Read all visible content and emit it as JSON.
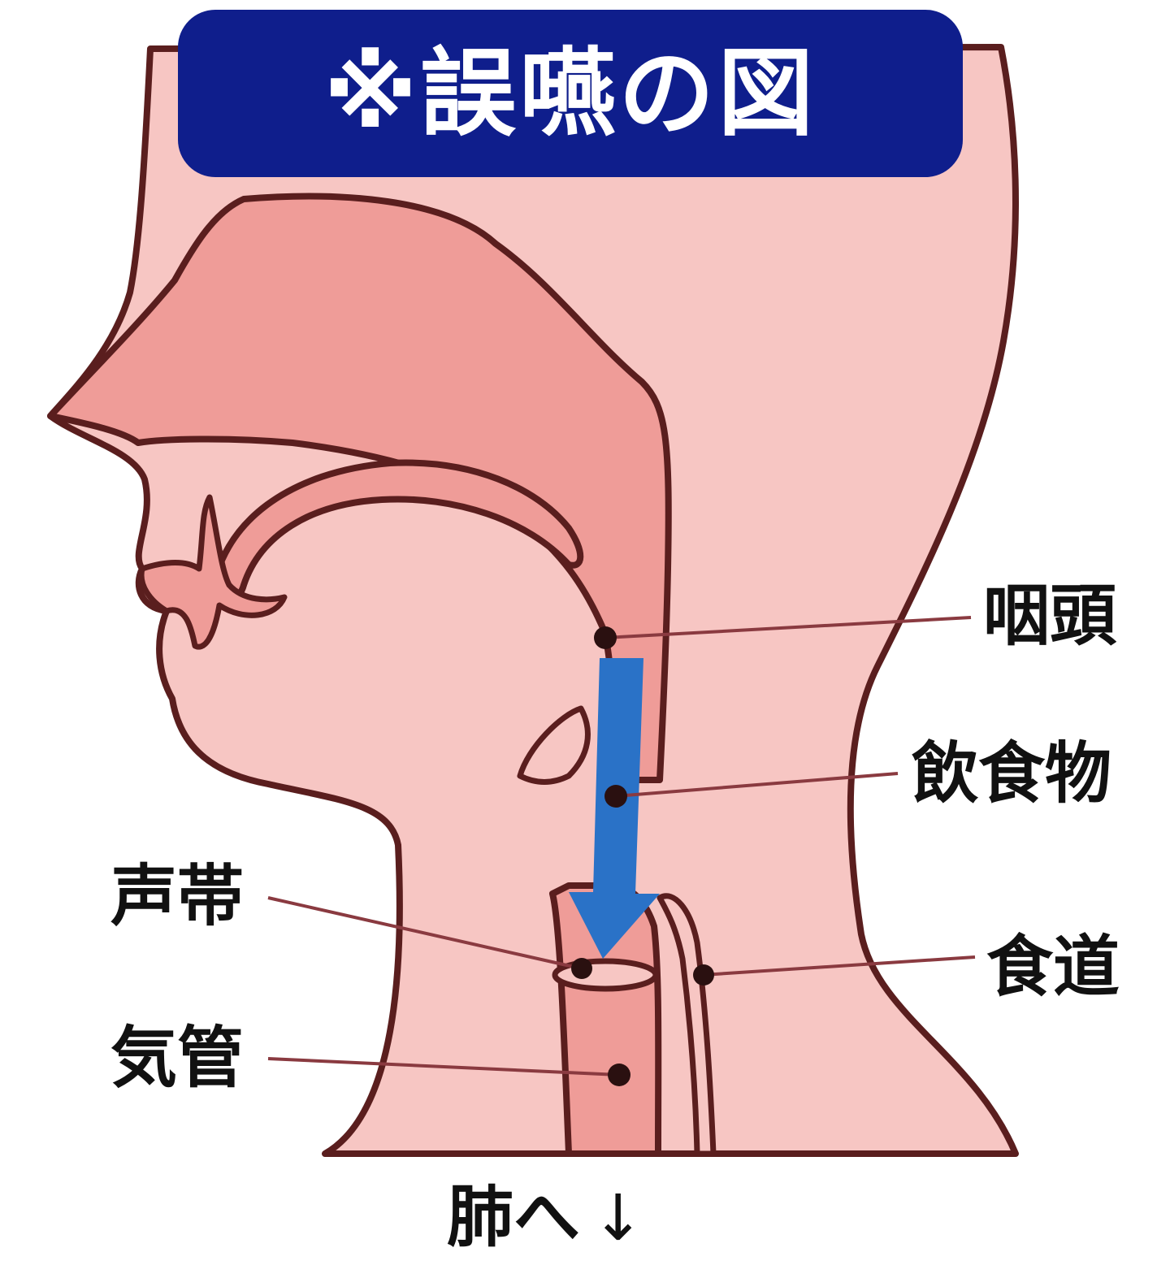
{
  "title": "※誤嚥の図",
  "labels": {
    "pharynx": "咽頭",
    "food": "飲食物",
    "vocal_cords": "声帯",
    "esophagus": "食道",
    "trachea": "気管",
    "to_lungs": "肺へ",
    "to_lungs_arrow": "↓"
  },
  "colors": {
    "banner": "#0f1e8c",
    "skin": "#f7c6c3",
    "tissue": "#ef9c98",
    "outline": "#5a1e1e",
    "arrow": "#2a72c7",
    "leader": "#8a3a40"
  }
}
